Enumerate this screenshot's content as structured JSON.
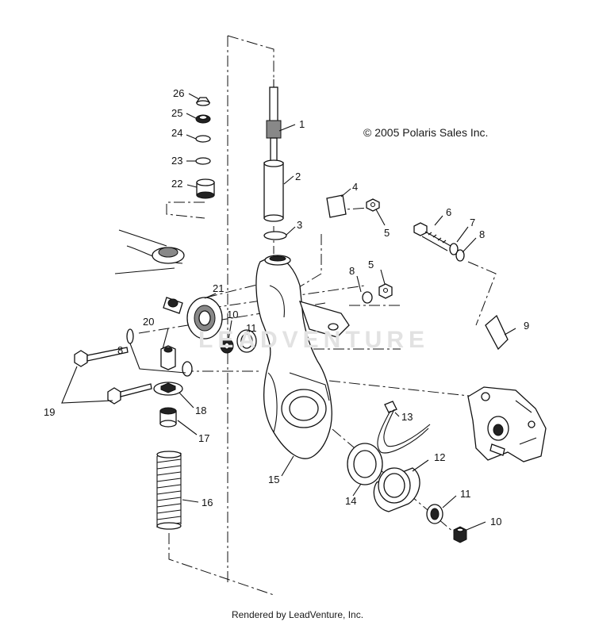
{
  "diagram": {
    "copyright": "© 2005 Polaris Sales Inc.",
    "footer": "Rendered by LeadVenture, Inc.",
    "watermark": "LEADVENTURE",
    "callouts": [
      {
        "id": "c1",
        "label": "1"
      },
      {
        "id": "c2",
        "label": "2"
      },
      {
        "id": "c3",
        "label": "3"
      },
      {
        "id": "c4",
        "label": "4"
      },
      {
        "id": "c5a",
        "label": "5"
      },
      {
        "id": "c5b",
        "label": "5"
      },
      {
        "id": "c6",
        "label": "6"
      },
      {
        "id": "c7",
        "label": "7"
      },
      {
        "id": "c8a",
        "label": "8"
      },
      {
        "id": "c8b",
        "label": "8"
      },
      {
        "id": "c8c",
        "label": "8"
      },
      {
        "id": "c9",
        "label": "9"
      },
      {
        "id": "c10a",
        "label": "10"
      },
      {
        "id": "c10b",
        "label": "10"
      },
      {
        "id": "c11a",
        "label": "11"
      },
      {
        "id": "c11b",
        "label": "11"
      },
      {
        "id": "c12",
        "label": "12"
      },
      {
        "id": "c13",
        "label": "13"
      },
      {
        "id": "c14",
        "label": "14"
      },
      {
        "id": "c15",
        "label": "15"
      },
      {
        "id": "c16",
        "label": "16"
      },
      {
        "id": "c17",
        "label": "17"
      },
      {
        "id": "c18",
        "label": "18"
      },
      {
        "id": "c19",
        "label": "19"
      },
      {
        "id": "c20",
        "label": "20"
      },
      {
        "id": "c21",
        "label": "21"
      },
      {
        "id": "c22",
        "label": "22"
      },
      {
        "id": "c23",
        "label": "23"
      },
      {
        "id": "c24",
        "label": "24"
      },
      {
        "id": "c25",
        "label": "25"
      },
      {
        "id": "c26",
        "label": "26"
      }
    ]
  }
}
